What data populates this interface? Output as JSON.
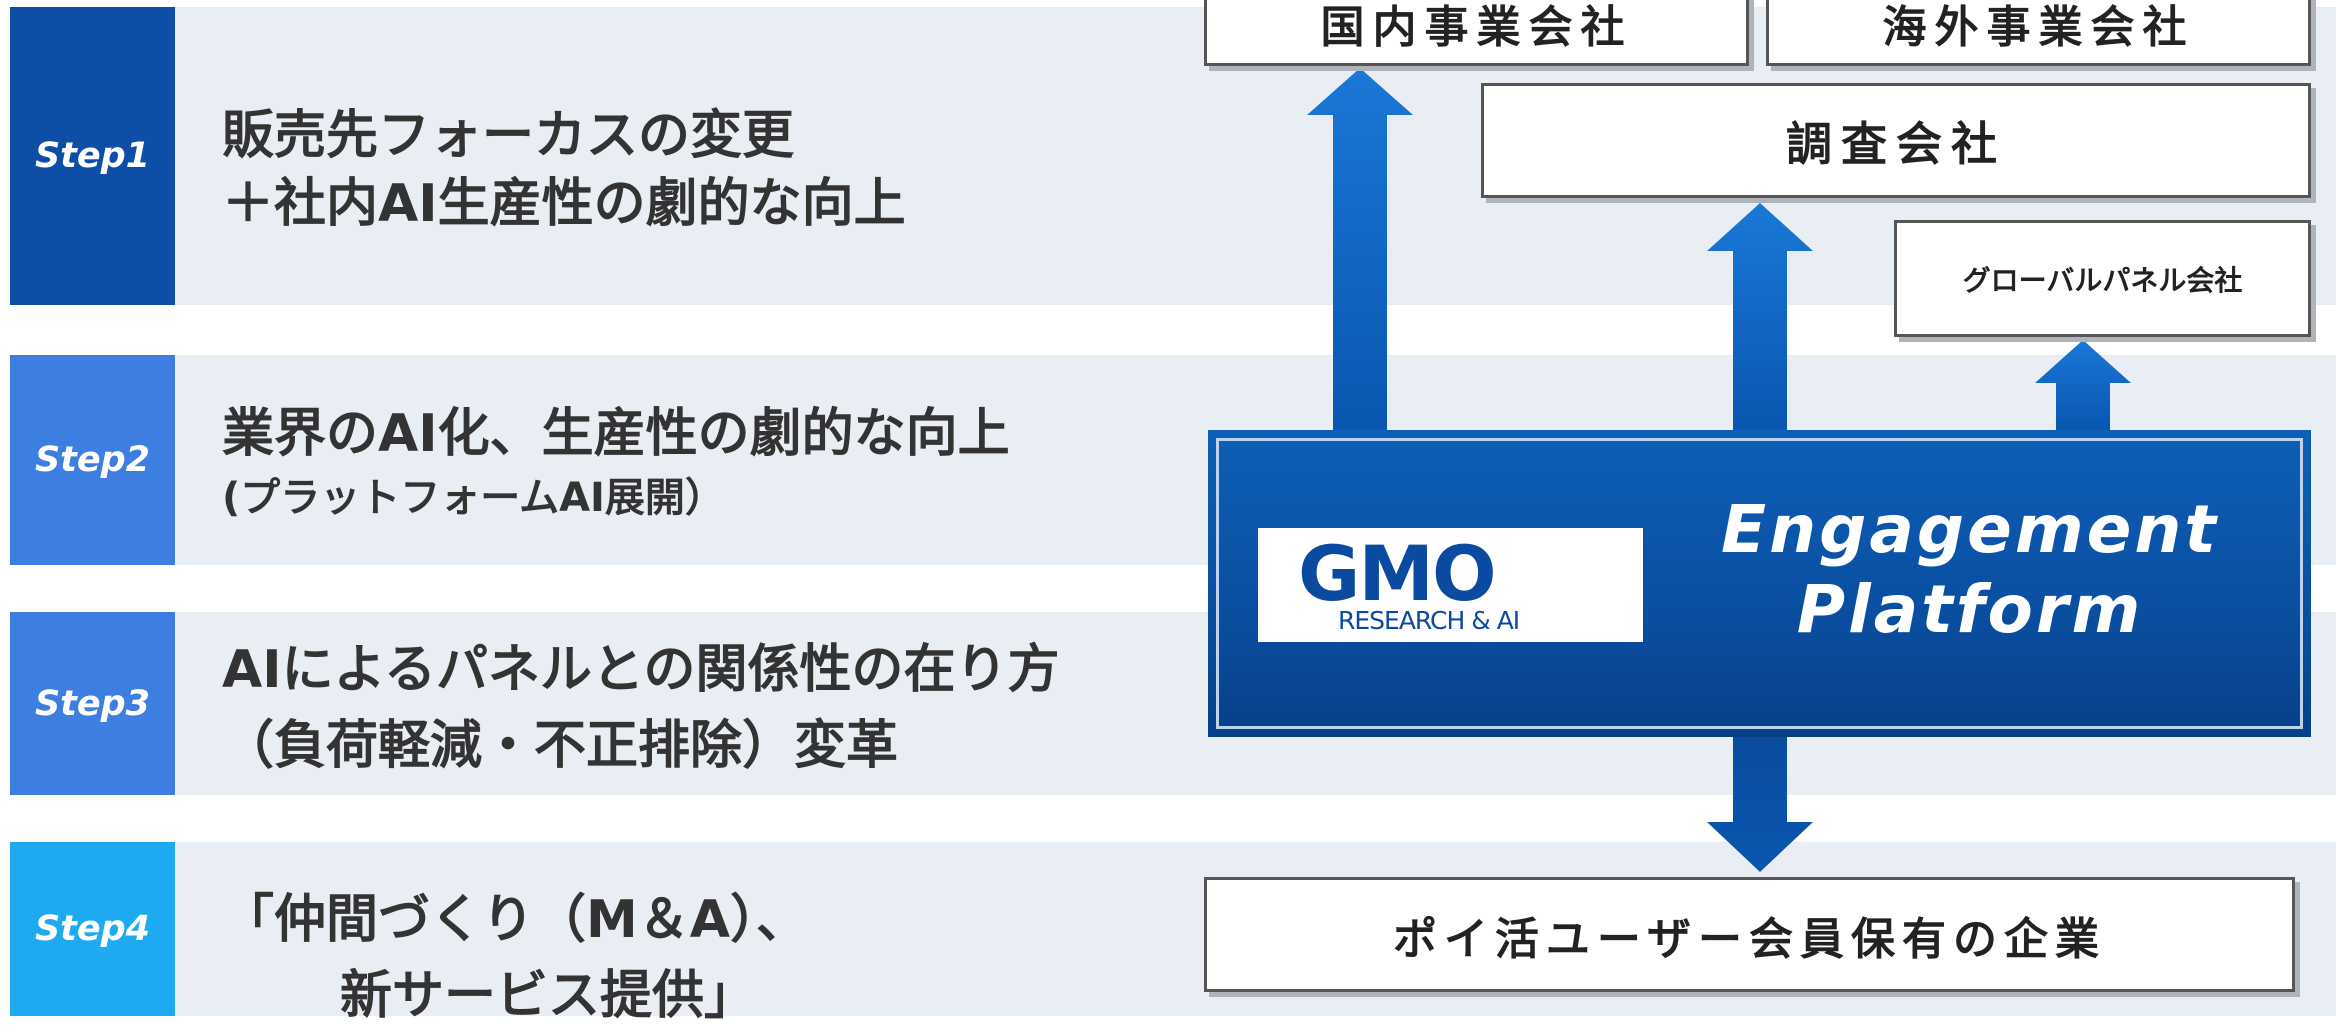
{
  "steps": [
    {
      "label": "Step1",
      "lines": [
        "販売先フォーカスの変更",
        "＋社内AI生産性の劇的な向上"
      ],
      "color": "#0d4fa6"
    },
    {
      "label": "Step2",
      "lines": [
        "業界のAI化、生産性の劇的な向上",
        "(プラットフォームAI展開）"
      ],
      "color": "#3d7fe0"
    },
    {
      "label": "Step3",
      "lines": [
        "AIによるパネルとの関係性の在り方",
        "（負荷軽減・不正排除）変革"
      ],
      "color": "#3d7fe0"
    },
    {
      "label": "Step4",
      "lines": [
        "「仲間づくり（M＆A）、",
        "新サービス提供」"
      ],
      "color": "#1eaaf0"
    }
  ],
  "boxes": {
    "domestic": "国内事業会社",
    "overseas": "海外事業会社",
    "research": "調査会社",
    "global_panel": "グローバルパネル会社",
    "poikatsu": "ポイ活ユーザー会員保有の企業"
  },
  "platform": {
    "logo_mark": "GMO",
    "logo_sub": "RESEARCH & AI",
    "title_line1": "Engagement",
    "title_line2": "Platform"
  }
}
